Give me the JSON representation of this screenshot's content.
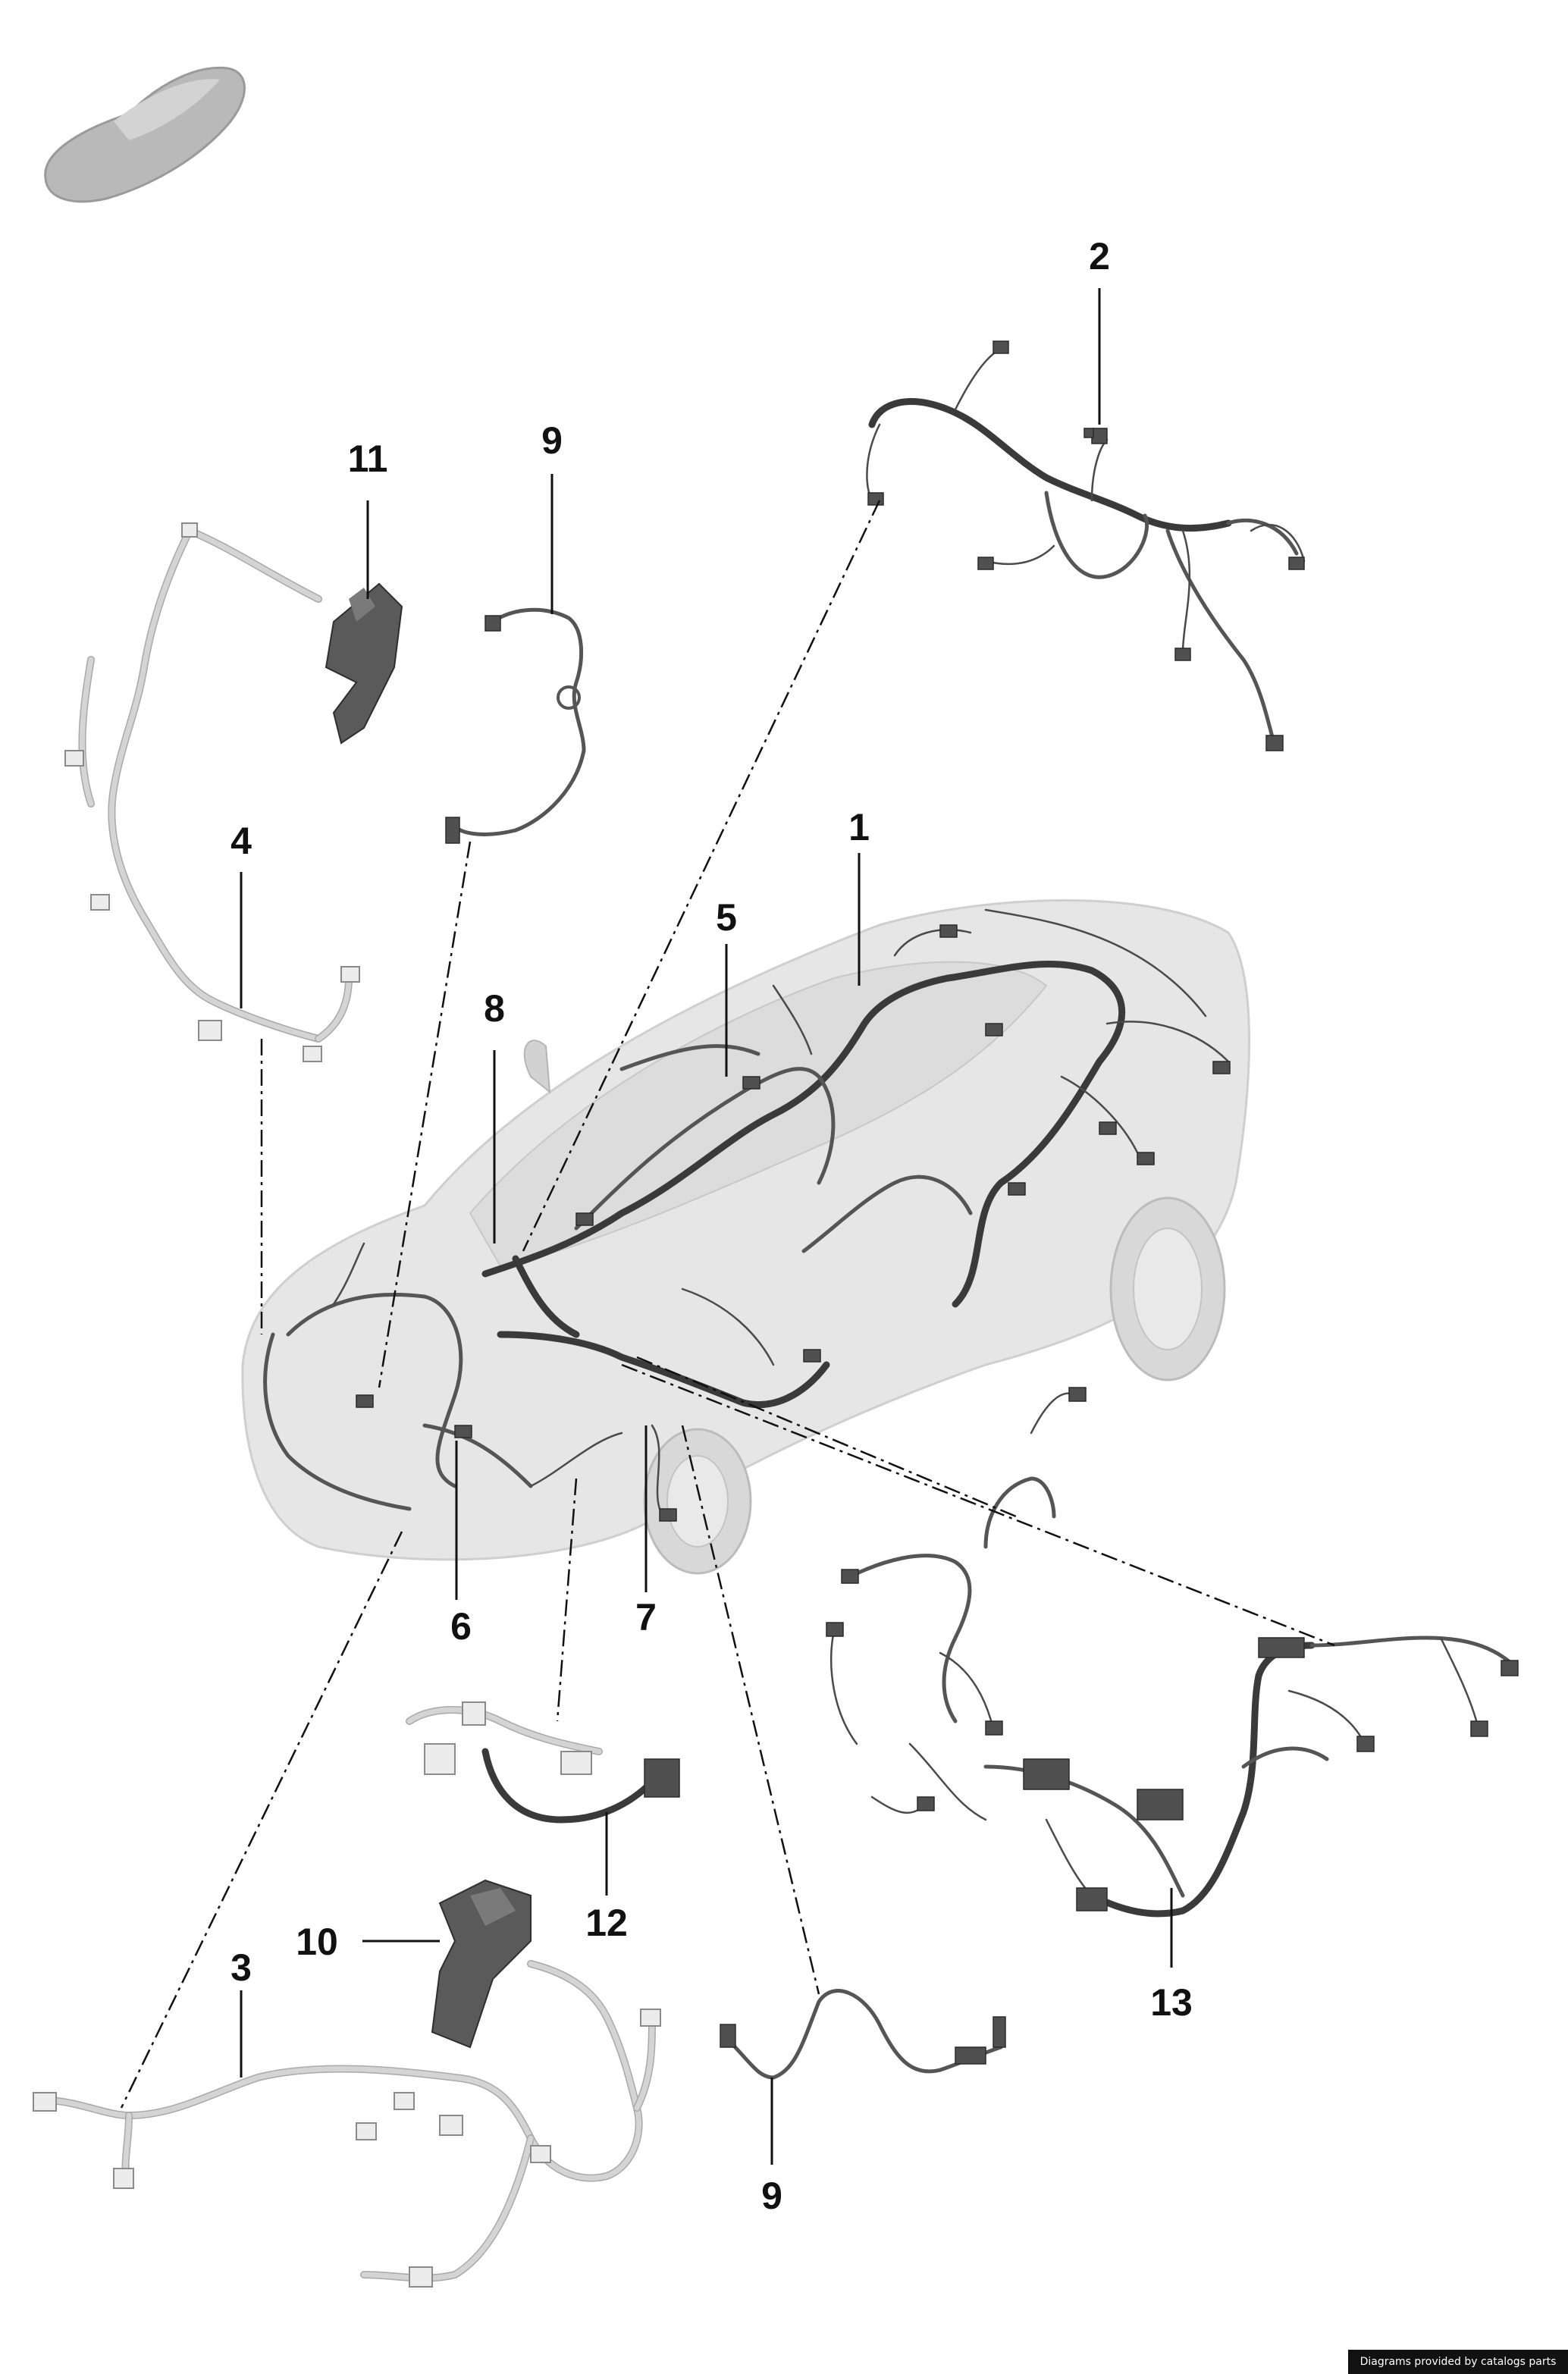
{
  "diagram": {
    "callouts": {
      "c1": "1",
      "c2": "2",
      "c3": "3",
      "c4": "4",
      "c5": "5",
      "c6": "6",
      "c7": "7",
      "c8": "8",
      "c9a": "9",
      "c9b": "9",
      "c10": "10",
      "c11": "11",
      "c12": "12",
      "c13": "13"
    }
  },
  "footer": {
    "credit": "Diagrams provided by catalogs parts"
  },
  "colors": {
    "background": "#ffffff",
    "callout_text": "#111111",
    "harness_dark": "#3a3a3a",
    "harness_light": "#d4d4d4",
    "vehicle_body": "#e6e6e6",
    "credit_bar": "#111111"
  }
}
